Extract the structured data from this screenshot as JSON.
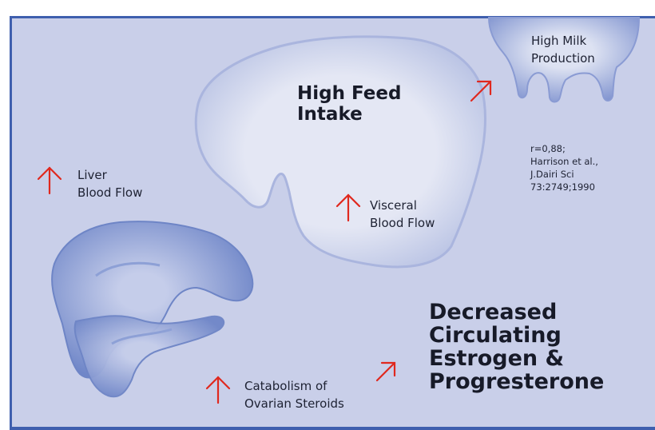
{
  "colors": {
    "background": "#c9cfe9",
    "border": "#3f5fae",
    "illustration": "#7f93cf",
    "stomach_fill": "#e4e7f4",
    "arrow": "#e0281e",
    "text": "#1e2233"
  },
  "labels": {
    "milk": "High Milk\nProduction",
    "feed": "High Feed\nIntake",
    "liver": "Liver\nBlood Flow",
    "visceral": "Visceral\nBlood Flow",
    "catabolism": "Catabolism of\nOvarian Steroids",
    "outcome": "Decreased\nCirculating\nEstrogen &\nProgresterone",
    "citation": "r=0,88;\nHarrison et al.,\nJ.Dairi Sci\n73:2749;1990"
  },
  "icons": {
    "up_arrow": "up-arrow-icon",
    "diag_arrow": "diagonal-arrow-icon",
    "stomach": "stomach-illustration",
    "udder": "udder-illustration",
    "liver": "liver-pancreas-illustration"
  }
}
